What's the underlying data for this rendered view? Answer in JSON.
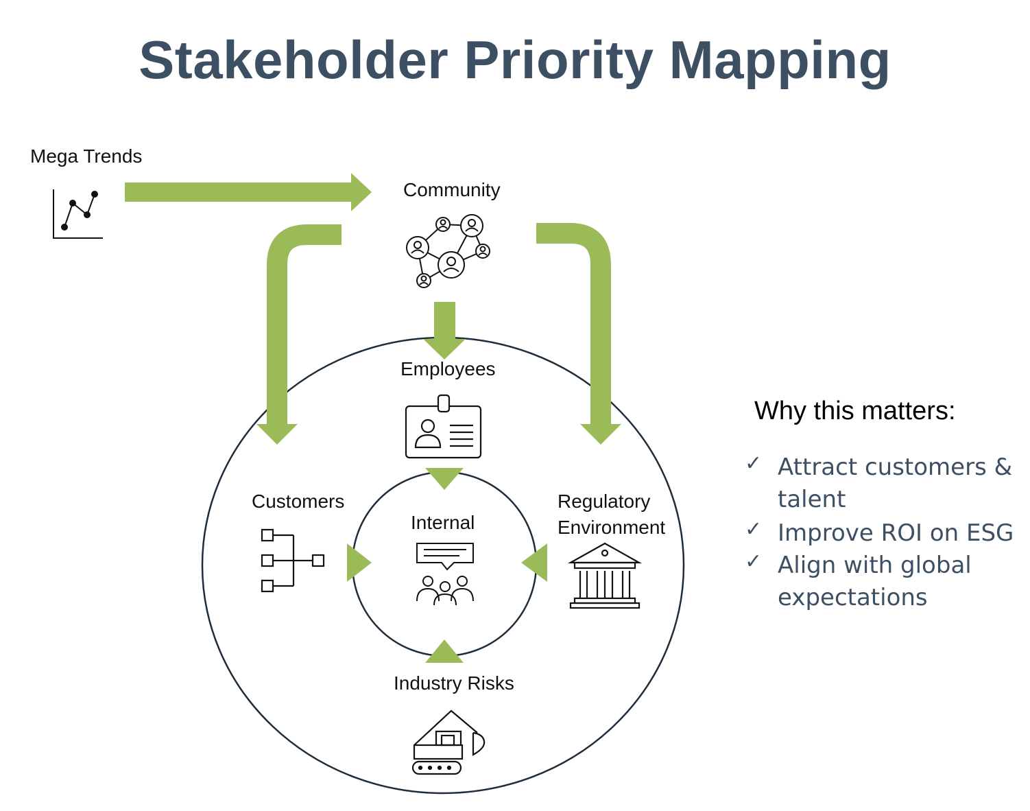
{
  "title": "Stakeholder Priority Mapping",
  "accent_color": "#9bbb59",
  "title_color": "#3c4f63",
  "nodes": {
    "mega_trends": {
      "label": "Mega Trends",
      "icon": "line-chart-icon"
    },
    "community": {
      "label": "Community",
      "icon": "network-people-icon"
    },
    "employees": {
      "label": "Employees",
      "icon": "id-badge-icon"
    },
    "customers": {
      "label": "Customers",
      "icon": "hierarchy-icon"
    },
    "internal": {
      "label": "Internal",
      "icon": "team-discussion-icon"
    },
    "regulatory": {
      "label_line1": "Regulatory",
      "label_line2": "Environment",
      "icon": "government-building-icon"
    },
    "industry_risks": {
      "label": "Industry Risks",
      "icon": "excavator-icon"
    }
  },
  "why": {
    "title": "Why this matters:",
    "items": [
      {
        "check": "✓",
        "text": "Attract customers & talent"
      },
      {
        "check": "✓",
        "text": "Improve ROI on ESG"
      },
      {
        "check": "✓",
        "text": "Align with global expectations"
      }
    ]
  }
}
